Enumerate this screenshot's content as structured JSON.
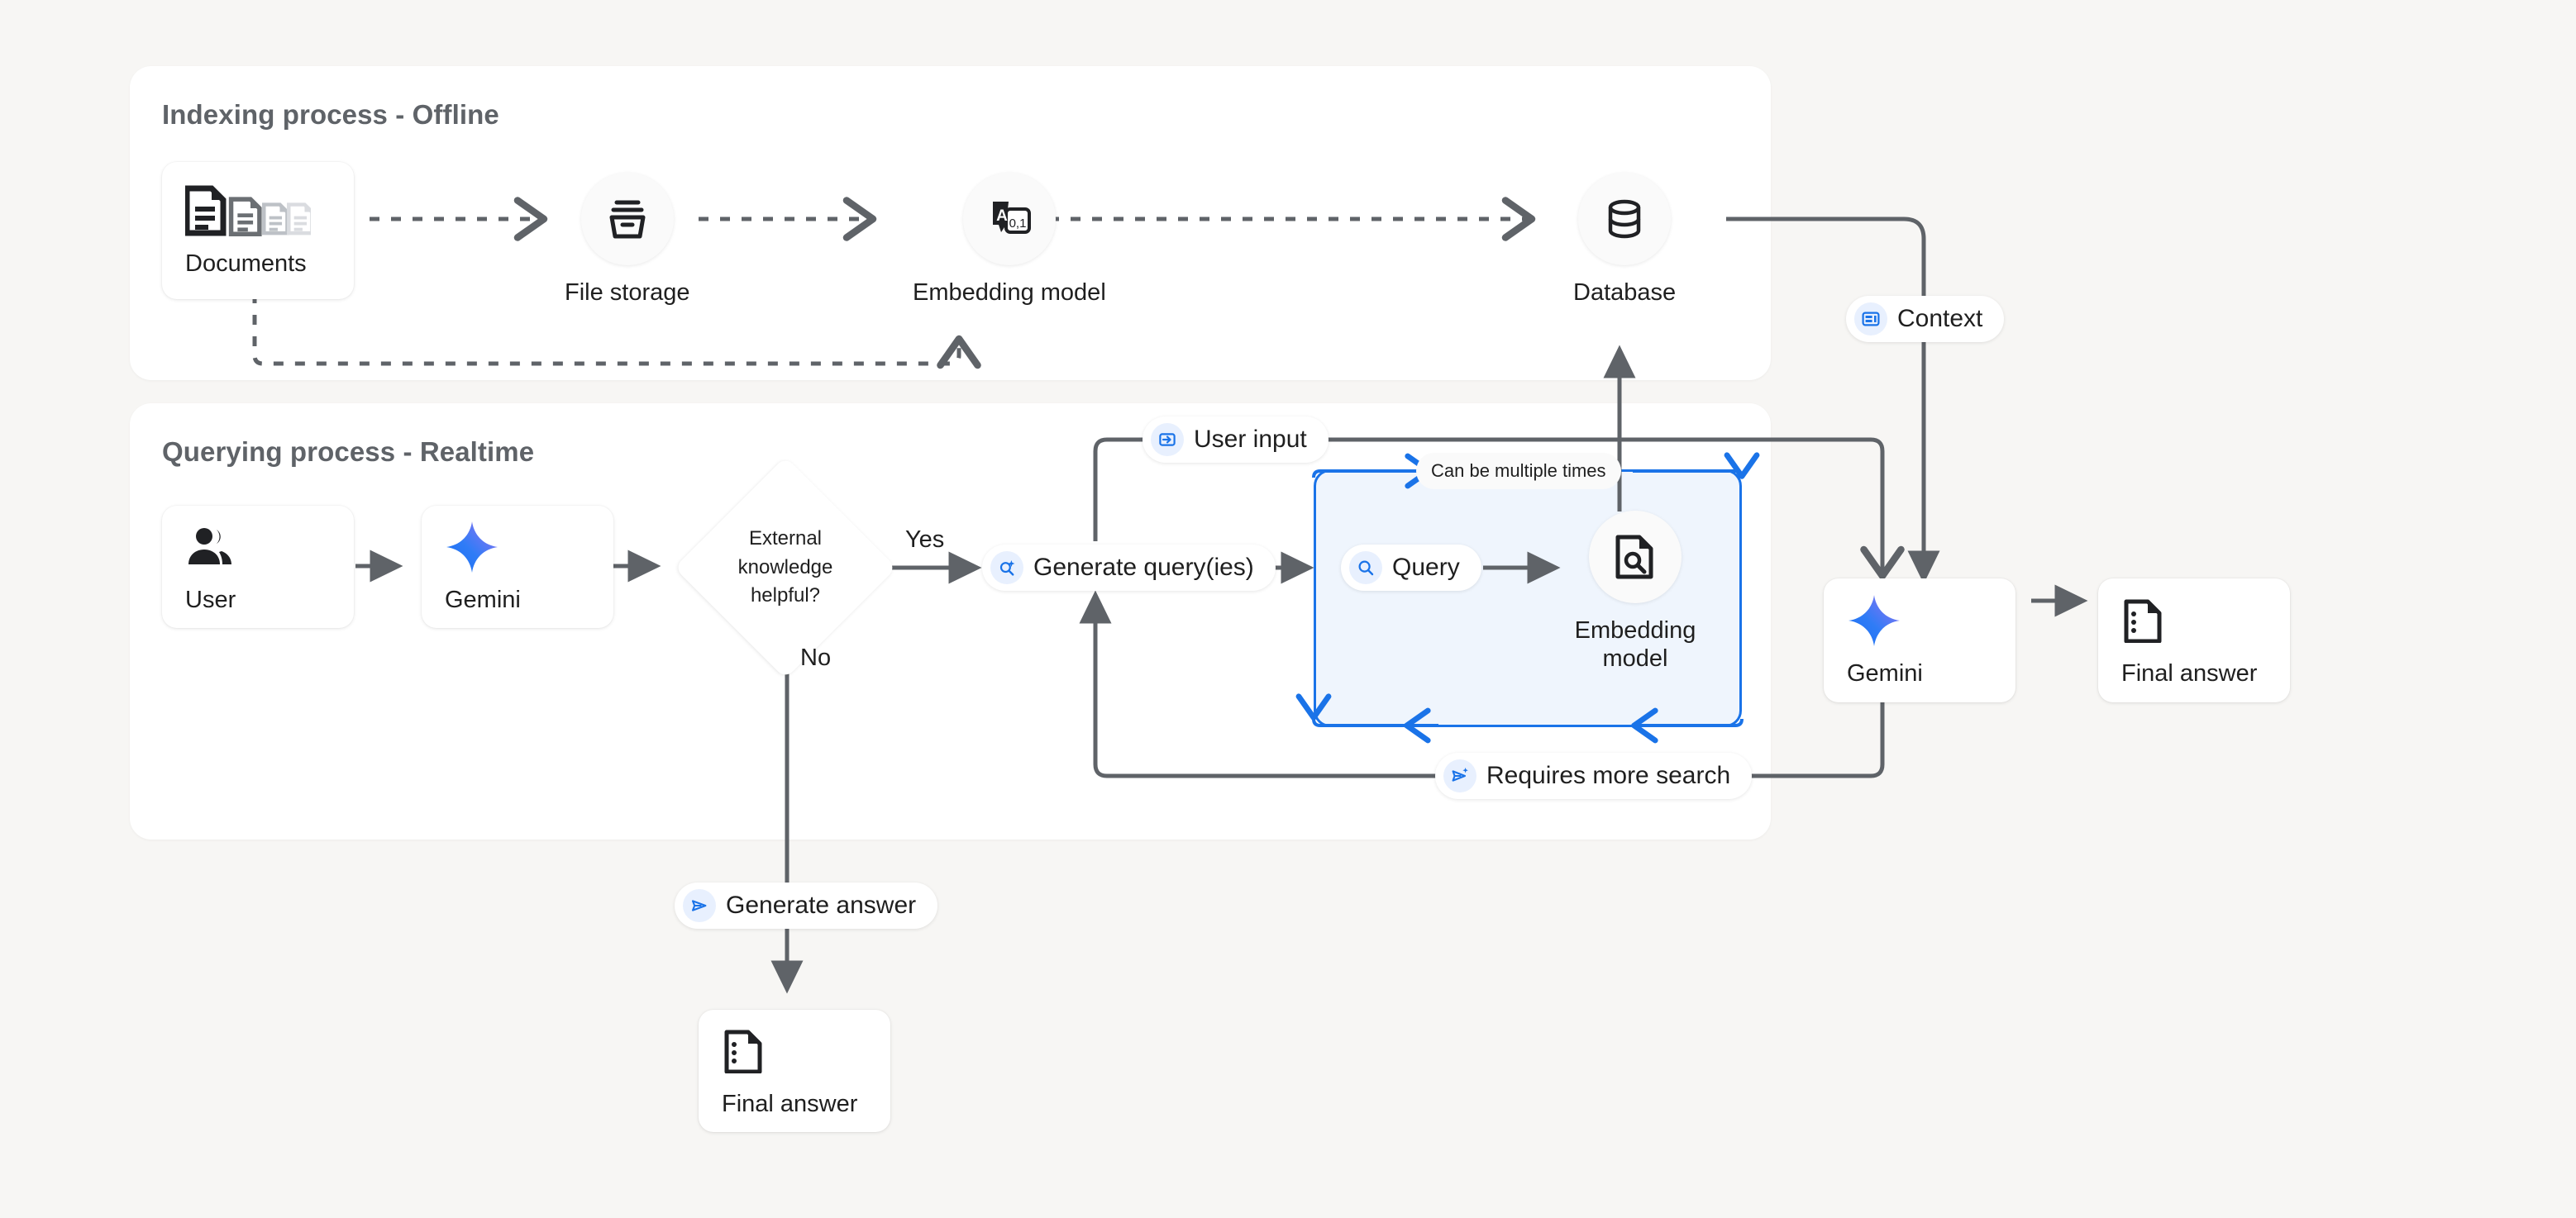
{
  "page": {
    "background": "#f7f6f4",
    "accent_blue": "#1a73e8",
    "line_color": "#5f6368"
  },
  "panels": [
    {
      "id": "indexing",
      "title": "Indexing process - Offline"
    },
    {
      "id": "querying",
      "title": "Querying process - Realtime"
    }
  ],
  "indexing": {
    "nodes": [
      {
        "name": "documents",
        "label": "Documents",
        "icon": "documents-icon",
        "shape": "card"
      },
      {
        "name": "file-storage",
        "label": "File storage",
        "icon": "archive-icon",
        "shape": "circle"
      },
      {
        "name": "embedding-model",
        "label": "Embedding model",
        "icon": "translate-icon",
        "shape": "circle"
      },
      {
        "name": "database",
        "label": "Database",
        "icon": "database-icon",
        "shape": "circle"
      }
    ]
  },
  "querying": {
    "nodes": [
      {
        "name": "user",
        "label": "User",
        "icon": "people-icon",
        "shape": "card"
      },
      {
        "name": "gemini-left",
        "label": "Gemini",
        "icon": "gemini-star-icon",
        "shape": "card"
      },
      {
        "name": "decision",
        "label": "External knowledge helpful?",
        "shape": "diamond"
      },
      {
        "name": "embedding-model",
        "label": "Embedding model",
        "icon": "document-search-icon",
        "shape": "circle"
      },
      {
        "name": "gemini-right",
        "label": "Gemini",
        "icon": "gemini-star-icon",
        "shape": "card"
      },
      {
        "name": "final-answer-right",
        "label": "Final answer",
        "icon": "answer-doc-icon",
        "shape": "card"
      },
      {
        "name": "final-answer-bottom",
        "label": "Final answer",
        "icon": "answer-doc-icon",
        "shape": "card"
      }
    ],
    "decision_lines": [
      "External",
      "knowledge",
      "helpful?"
    ]
  },
  "pills": [
    {
      "name": "context-pill",
      "label": "Context",
      "icon": "context-card-icon"
    },
    {
      "name": "user-input-pill",
      "label": "User input",
      "icon": "input-arrow-icon"
    },
    {
      "name": "generate-queries-pill",
      "label": "Generate query(ies)",
      "icon": "search-sparkle-icon"
    },
    {
      "name": "query-pill",
      "label": "Query",
      "icon": "search-icon"
    },
    {
      "name": "requires-more-search-pill",
      "label": "Requires more search",
      "icon": "send-sparkle-icon"
    },
    {
      "name": "generate-answer-pill",
      "label": "Generate answer",
      "icon": "send-icon"
    }
  ],
  "edge_labels": [
    {
      "name": "yes-label",
      "text": "Yes"
    },
    {
      "name": "no-label",
      "text": "No"
    }
  ],
  "loop": {
    "label": "Can be multiple times",
    "border_color": "#1a73e8",
    "fill_color": "#eff5fd"
  }
}
